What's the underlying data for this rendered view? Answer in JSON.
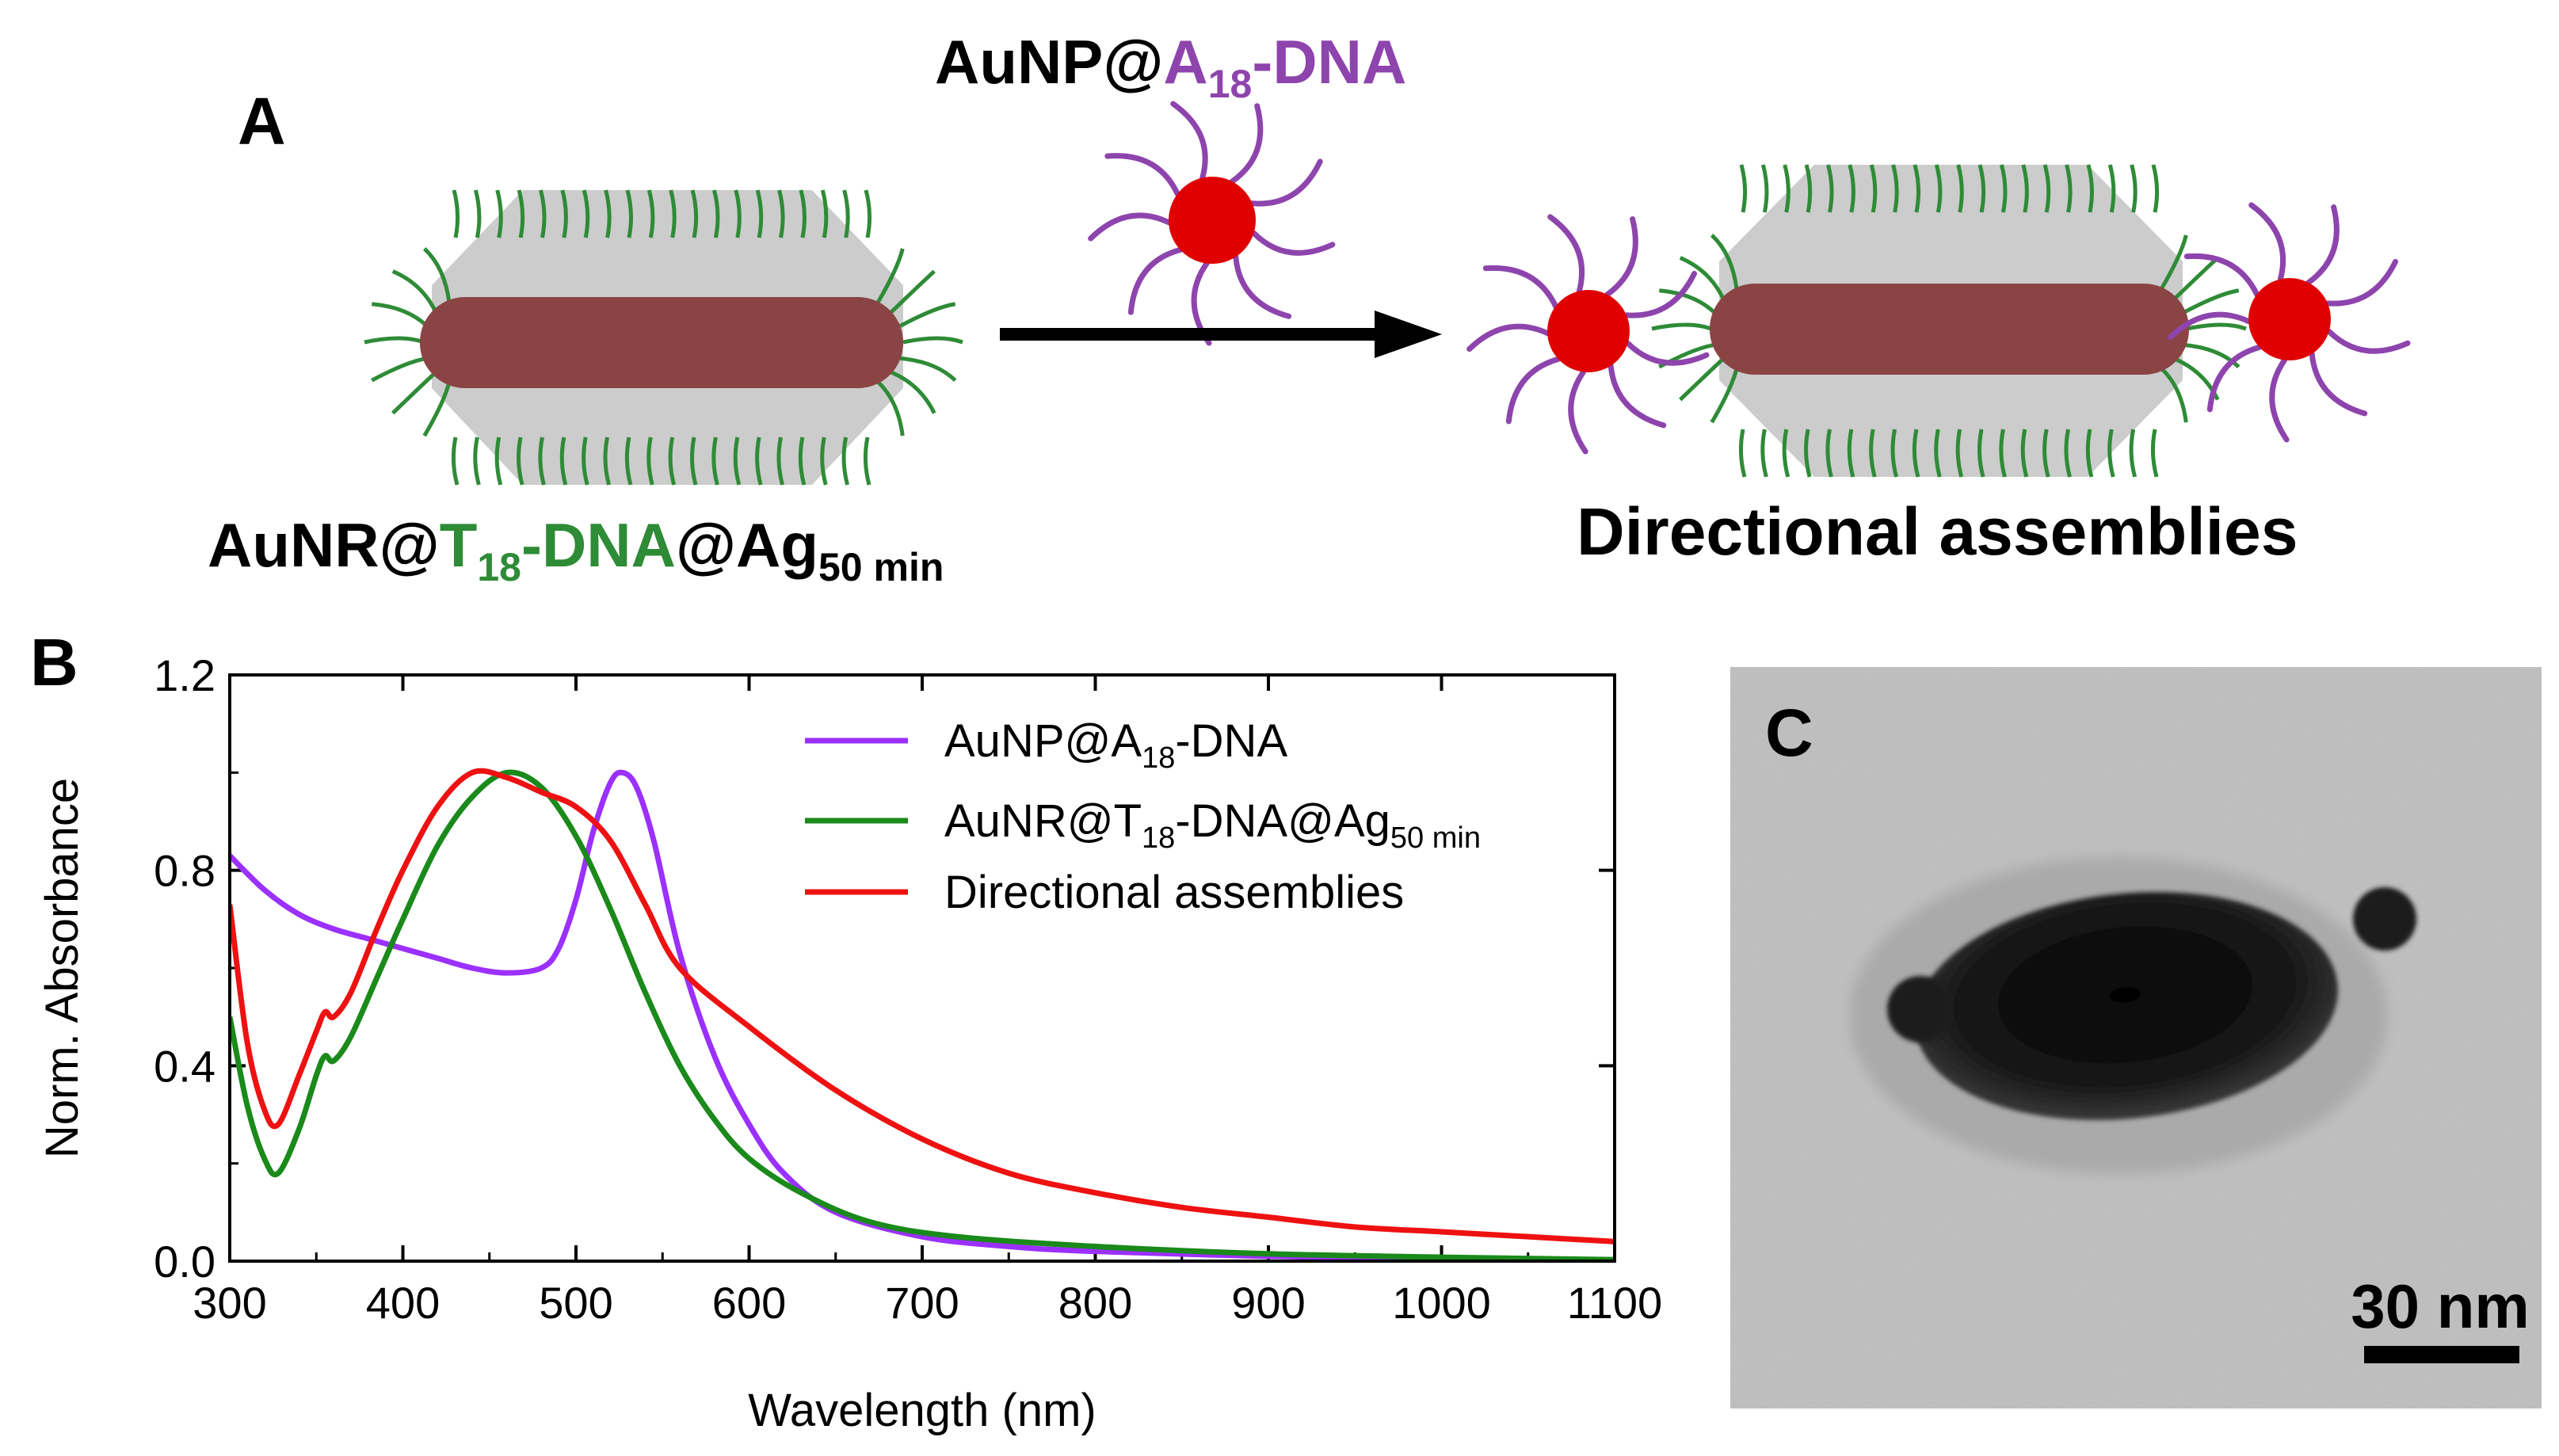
{
  "panel_a": {
    "letter": "A",
    "reactant_label": {
      "prefix": "AuNR@",
      "colored": "T",
      "colored_sub": "18",
      "colored_suffix": "-DNA",
      "suffix": "@Ag",
      "suffix_sub": "50 min"
    },
    "reagent_label": {
      "prefix": "AuNP@",
      "colored": "A",
      "colored_sub": "18",
      "colored_suffix": "-DNA"
    },
    "product_label": "Directional assemblies",
    "colors": {
      "rod": "#8b4444",
      "shell": "#cccccc",
      "t18_dna": "#2e8b36",
      "a18_dna": "#8e44ad",
      "sphere": "#e00000",
      "arrow": "#000000"
    }
  },
  "panel_b": {
    "letter": "B",
    "legend": [
      {
        "text": "AuNP@A",
        "sub": "18",
        "after": "-DNA",
        "after_sub": ""
      },
      {
        "text": "AuNR@T",
        "sub": "18",
        "after": "-DNA@Ag",
        "after_sub": "50 min"
      },
      {
        "text": "Directional assemblies",
        "sub": "",
        "after": "",
        "after_sub": ""
      }
    ]
  },
  "panel_c": {
    "letter": "C",
    "scale_bar_label": "30 nm"
  },
  "chart_data": {
    "type": "line",
    "xlabel": "Wavelength (nm)",
    "ylabel": "Norm. Absorbance",
    "xlim": [
      300,
      1100
    ],
    "ylim": [
      0.0,
      1.2
    ],
    "xticks": [
      300,
      400,
      500,
      600,
      700,
      800,
      900,
      1000,
      1100
    ],
    "yticks": [
      0.0,
      0.4,
      0.8,
      1.2
    ],
    "ytick_labels": [
      "0.0",
      "0.4",
      "0.8",
      "1.2"
    ],
    "legend_position": "top-right",
    "grid": false,
    "series": [
      {
        "name": "AuNP@A18-DNA",
        "color": "#9b30ff",
        "x": [
          300,
          320,
          340,
          360,
          380,
          400,
          420,
          440,
          460,
          480,
          490,
          500,
          510,
          520,
          527,
          535,
          545,
          560,
          580,
          600,
          620,
          650,
          700,
          750,
          800,
          900,
          1000,
          1100
        ],
        "y": [
          0.83,
          0.76,
          0.71,
          0.68,
          0.66,
          0.64,
          0.62,
          0.6,
          0.59,
          0.6,
          0.64,
          0.74,
          0.88,
          0.98,
          1.0,
          0.97,
          0.86,
          0.63,
          0.42,
          0.28,
          0.18,
          0.1,
          0.05,
          0.03,
          0.02,
          0.01,
          0.005,
          0.0
        ]
      },
      {
        "name": "AuNR@T18-DNA@Ag50 min",
        "color": "#1a8a1a",
        "x": [
          300,
          310,
          320,
          328,
          340,
          350,
          355,
          360,
          370,
          385,
          400,
          420,
          440,
          460,
          480,
          500,
          520,
          540,
          560,
          580,
          600,
          630,
          670,
          720,
          800,
          900,
          1000,
          1100
        ],
        "y": [
          0.5,
          0.32,
          0.21,
          0.18,
          0.27,
          0.38,
          0.42,
          0.41,
          0.46,
          0.58,
          0.7,
          0.85,
          0.95,
          1.0,
          0.97,
          0.87,
          0.72,
          0.55,
          0.4,
          0.29,
          0.21,
          0.14,
          0.08,
          0.05,
          0.03,
          0.015,
          0.008,
          0.003
        ]
      },
      {
        "name": "Directional assemblies",
        "color": "#ee1111",
        "x": [
          300,
          310,
          320,
          328,
          340,
          350,
          355,
          360,
          370,
          385,
          400,
          420,
          440,
          460,
          480,
          500,
          520,
          540,
          560,
          600,
          650,
          700,
          750,
          800,
          850,
          900,
          950,
          1000,
          1050,
          1100
        ],
        "y": [
          0.73,
          0.45,
          0.31,
          0.28,
          0.38,
          0.47,
          0.51,
          0.5,
          0.55,
          0.68,
          0.8,
          0.93,
          1.0,
          0.99,
          0.96,
          0.93,
          0.86,
          0.73,
          0.6,
          0.48,
          0.35,
          0.25,
          0.18,
          0.14,
          0.11,
          0.09,
          0.07,
          0.06,
          0.05,
          0.04
        ]
      }
    ]
  }
}
